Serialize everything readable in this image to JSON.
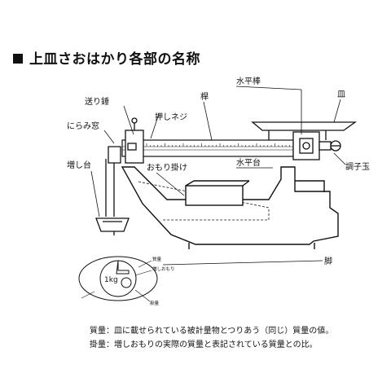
{
  "title": "上皿さおはかり各部の名称",
  "labels": {
    "okuri_omori": "送り錘",
    "oshi_neji": "押しネジ",
    "sao": "桿",
    "suiheibou": "水平棒",
    "sara": "皿",
    "nirami_mado": "にらみ窓",
    "mashi_dai": "増し台",
    "omori_kake": "おもり掛け",
    "suihei_dai": "水平台",
    "choushi_dama": "調子玉",
    "ashi": "脚"
  },
  "weight_inset": {
    "mass_text": "1kg",
    "label_shitsuryou": "質量",
    "label_mashi_omori": "増しおもり",
    "label_kakeryou": "掛量"
  },
  "notes": [
    "質量：皿に載せられている被計量物とつりあう（同じ）質量の値。",
    "掛量：増しおもりの実際の質量と表記されている質量との比。"
  ]
}
